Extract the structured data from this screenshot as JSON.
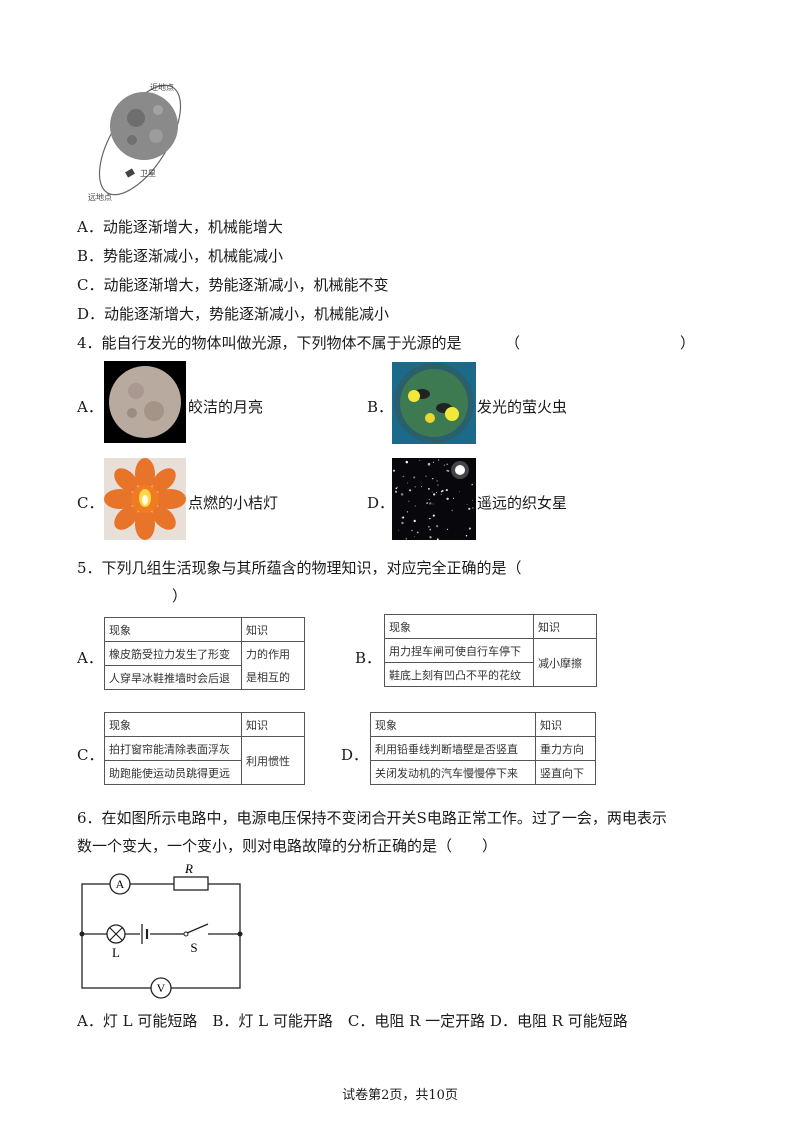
{
  "figure_top": {
    "label_perigee": "近地点",
    "label_apogee": "远地点",
    "label_satellite": "卫星"
  },
  "q3_options": [
    "A．动能逐渐增大，机械能增大",
    "B．势能逐渐减小，机械能减小",
    "C．动能逐渐增大，势能逐渐减小，机械能不变",
    "D．动能逐渐增大，势能逐渐减小，机械能减小"
  ],
  "q4": {
    "stem": "4．能自行发光的物体叫做光源，下列物体不属于光源的是",
    "bracket_open": "（",
    "bracket_close": "）",
    "options": [
      {
        "letter": "A．",
        "caption": "皎洁的月亮"
      },
      {
        "letter": "B．",
        "caption": "发光的萤火虫"
      },
      {
        "letter": "C．",
        "caption": "点燃的小桔灯"
      },
      {
        "letter": "D．",
        "caption": "遥远的织女星"
      }
    ]
  },
  "q5": {
    "stem": "5．下列几组生活现象与其所蕴含的物理知识，对应完全正确的是（",
    "stem_close": "）",
    "tables": [
      {
        "letter": "A．",
        "h1": "现象",
        "h2": "知识",
        "r1": "橡皮筋受拉力发生了形变",
        "r2": "人穿旱冰鞋推墙时会后退",
        "k1": "力的作用",
        "k2": "是相互的"
      },
      {
        "letter": "B．",
        "h1": "现象",
        "h2": "知识",
        "r1": "用力捏车闸可使自行车停下",
        "r2": "鞋底上刻有凹凸不平的花纹",
        "k": "减小摩擦"
      },
      {
        "letter": "C．",
        "h1": "现象",
        "h2": "知识",
        "r1": "拍打窗帘能清除表面浮灰",
        "r2": "助跑能使运动员跳得更远",
        "k": "利用惯性"
      },
      {
        "letter": "D．",
        "h1": "现象",
        "h2": "知识",
        "r1": "利用铅垂线判断墙壁是否竖直",
        "r2": "关闭发动机的汽车慢慢停下来",
        "k1": "重力方向",
        "k2": "竖直向下"
      }
    ]
  },
  "q6": {
    "stem_line1": "6．在如图所示电路中，电源电压保持不变闭合开关S电路正常工作。过了一会，两电表示",
    "stem_line2": "数一个变大，一个变小，则对电路故障的分析正确的是（　　）",
    "circuit": {
      "ammeter": "A",
      "resistor": "R",
      "lamp": "L",
      "switch": "S",
      "voltmeter": "V"
    },
    "options": "A．灯 L 可能短路　B．灯 L 可能开路　C．电阻 R 一定开路 D．电阻 R 可能短路"
  },
  "footer": "试卷第2页，共10页"
}
